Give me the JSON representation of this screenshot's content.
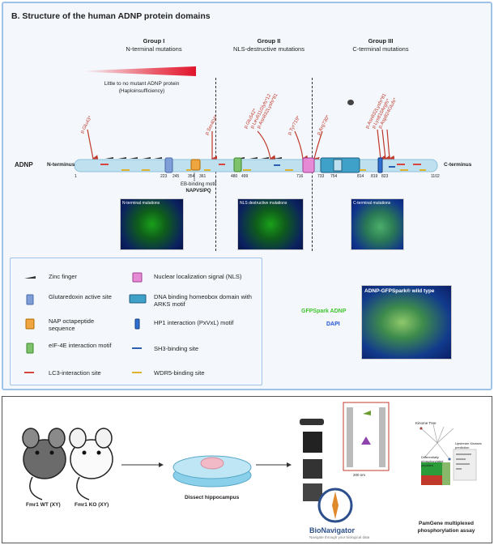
{
  "panel_b": {
    "title": "B. Structure of the human ADNP protein domains",
    "groups": [
      {
        "name": "Group I",
        "desc": "N-terminal mutations"
      },
      {
        "name": "Group II",
        "desc": "NLS-destructive mutations"
      },
      {
        "name": "Group III",
        "desc": "C-terminal mutations"
      }
    ],
    "haplo_text_1": "Little to no mutant ADNP protein",
    "haplo_text_2": "(Haploinsufficiency)",
    "protein_label": "ADNP",
    "n_terminus": "N-terminus",
    "c_terminus": "C-terminus",
    "positions": [
      "1",
      "223",
      "245",
      "354",
      "361",
      "480",
      "499",
      "716",
      "733",
      "754",
      "814",
      "819",
      "823",
      "1102"
    ],
    "motif_text_1": "EB-binding motif",
    "motif_text_2": "NAPVSIPQ",
    "mutations": [
      "p.Glu43*",
      "p.Ser404*",
      "p.Glu542*",
      "p.Leu611Glyfs*12",
      "p.Asn832Lysfs*81",
      "p.Tyr719*",
      "p.Arg730*",
      "p.Asn832Lysfs*81",
      "p.Lys810Argfs*",
      "p.Asp824Glufs*"
    ],
    "micro_labels": [
      "N-terminal mutations",
      "NLS destructive mutations",
      "C-terminal mutations"
    ],
    "wildtype_label": "ADNP-GFPSpark® wild type",
    "gfp_label": "GFPSpark ADNP",
    "dapi_label": "DAPI",
    "legend": [
      {
        "label": "Zinc finger"
      },
      {
        "label": "Nuclear localization signal (NLS)"
      },
      {
        "label": "Glutaredoxin active site"
      },
      {
        "label": "DNA binding homeobox domain with ARKS motif"
      },
      {
        "label": "NAP octapeptide sequence"
      },
      {
        "label": "HP1 interaction (PxVxL) motif"
      },
      {
        "label": "eIF-4E interaction motif"
      },
      {
        "label": "SH3-binding site"
      },
      {
        "label": "LC3-interaction site"
      },
      {
        "label": "WDR5-binding site"
      }
    ]
  },
  "panel_c": {
    "mouse_wt": "Fmr1 WT (XY)",
    "mouse_ko": "Fmr1 KO (XY)",
    "dissect": "Dissect hippocampus",
    "bionav_1": "BioNavigator",
    "bionav_2": "Navigate through your biological data",
    "kinome": "Kinome Tree",
    "diff_phos": "Differentially phosphorylated peptides",
    "upstream": "Upstream Kinases prediction",
    "scale": "200 nm",
    "assay_1": "PamGene multiplexed",
    "assay_2": "phosphorylation assay"
  },
  "colors": {
    "panel_border": "#9ec3e6",
    "protein_bar": "#bfe0ee",
    "mutation_red": "#c0392b",
    "nls_pink": "#e68ad6",
    "glutaredoxin": "#7f9ed8",
    "nap": "#f0a640",
    "eif4e": "#7ec36b",
    "homeobox": "#3fa0c8",
    "hp1": "#2f6fd0",
    "sh3": "#2c5fb0",
    "lc3": "#d9453d",
    "wdr5": "#e0b32c"
  }
}
